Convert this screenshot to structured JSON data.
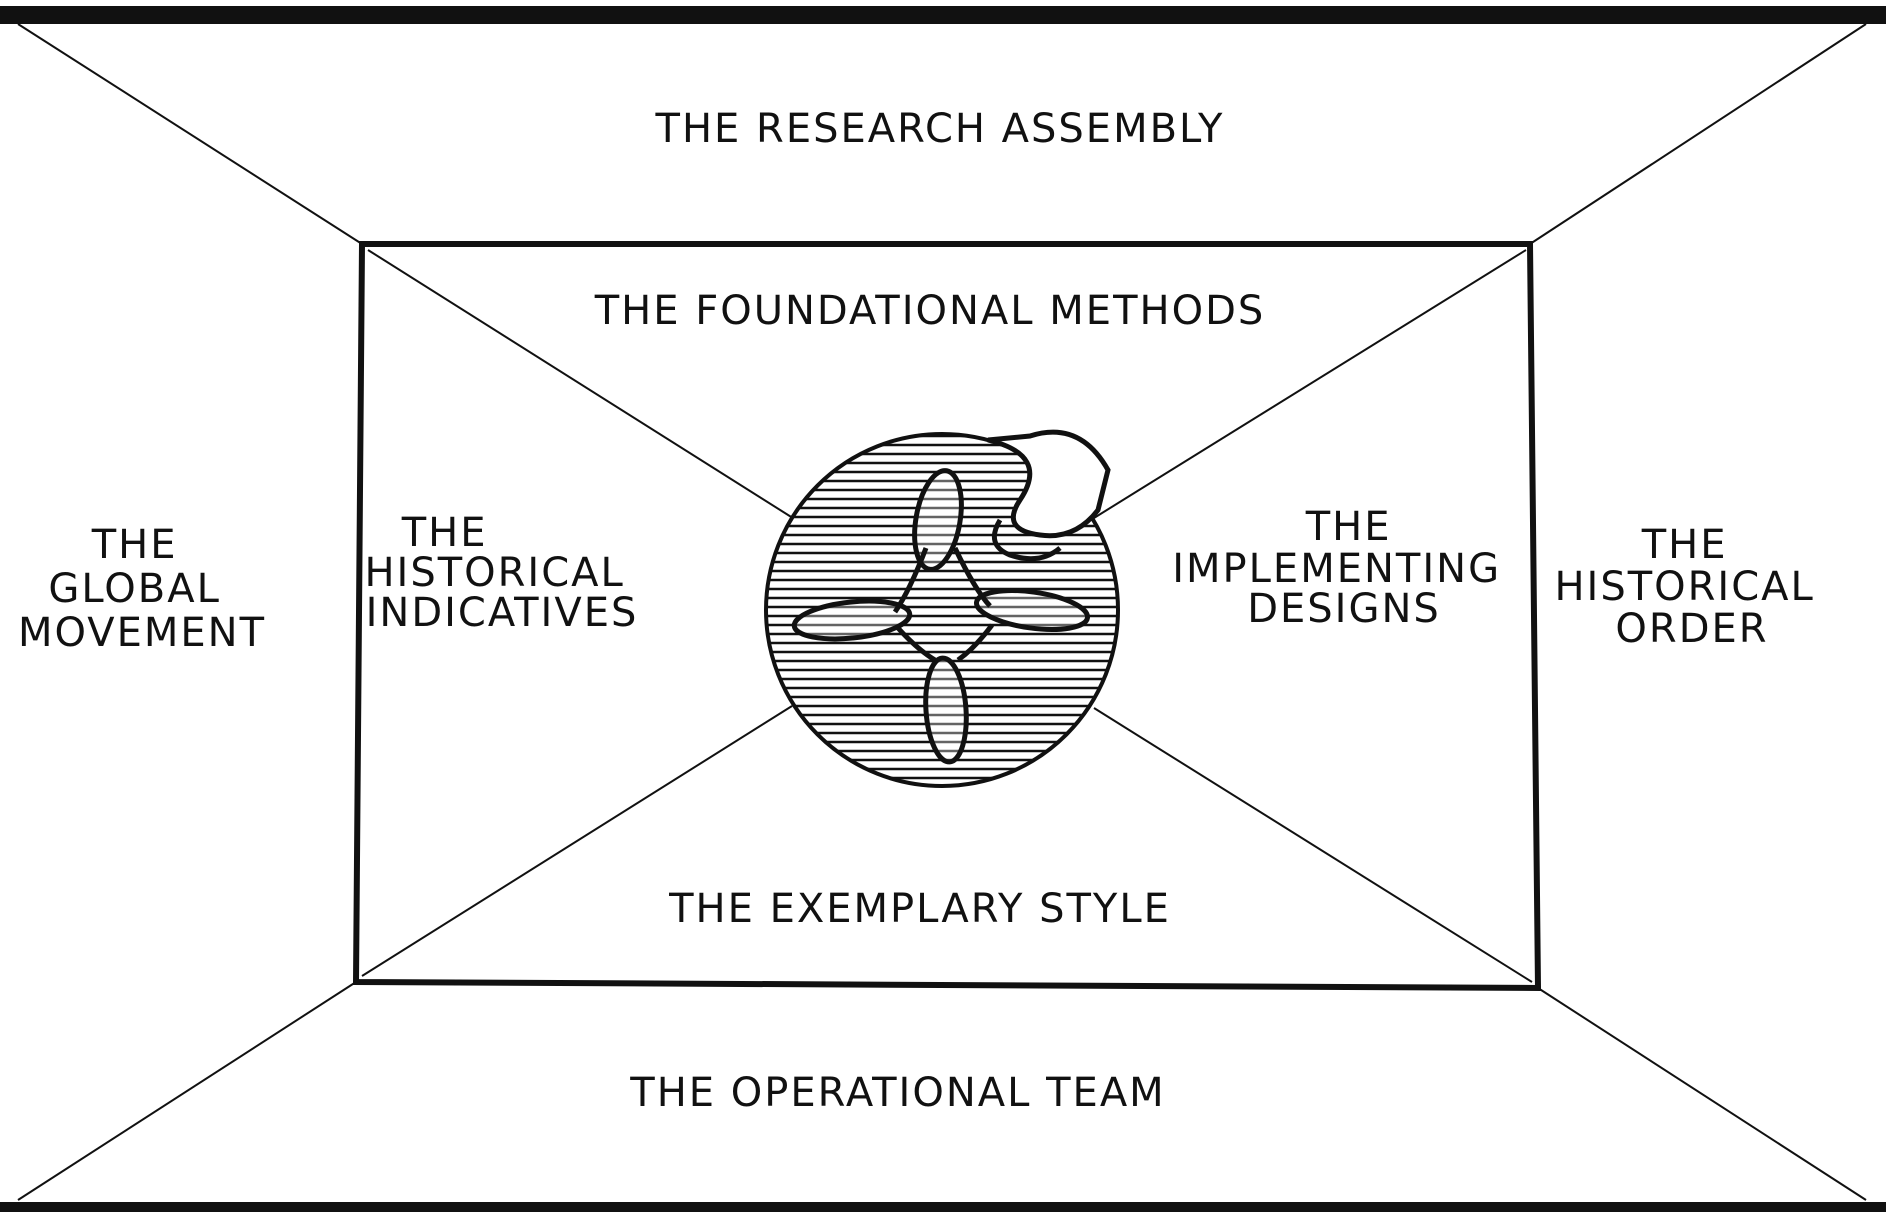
{
  "outer_panels": {
    "top": {
      "lines": [
        "THE  RESEARCH ASSEMBLY"
      ]
    },
    "bottom": {
      "lines": [
        "THE  OPERATIONAL  TEAM"
      ]
    },
    "left": {
      "lines": [
        "THE",
        "GLOBAL",
        "MOVEMENT"
      ]
    },
    "right": {
      "lines": [
        "THE",
        "HISTORICAL",
        "ORDER"
      ]
    }
  },
  "inner_panels": {
    "top": {
      "lines": [
        "THE  FOUNDATIONAL  METHODS"
      ]
    },
    "bottom": {
      "lines": [
        "THE  EXEMPLARY STYLE"
      ]
    },
    "left": {
      "lines": [
        "THE",
        "HISTORICAL",
        "INDICATIVES"
      ]
    },
    "right": {
      "lines": [
        "THE",
        "IMPLEMENTING",
        "DESIGNS"
      ]
    }
  },
  "center_emblem": {
    "icon": "hatched-globe-emblem"
  },
  "colors": {
    "ink": "#111111",
    "paper": "#ffffff"
  }
}
